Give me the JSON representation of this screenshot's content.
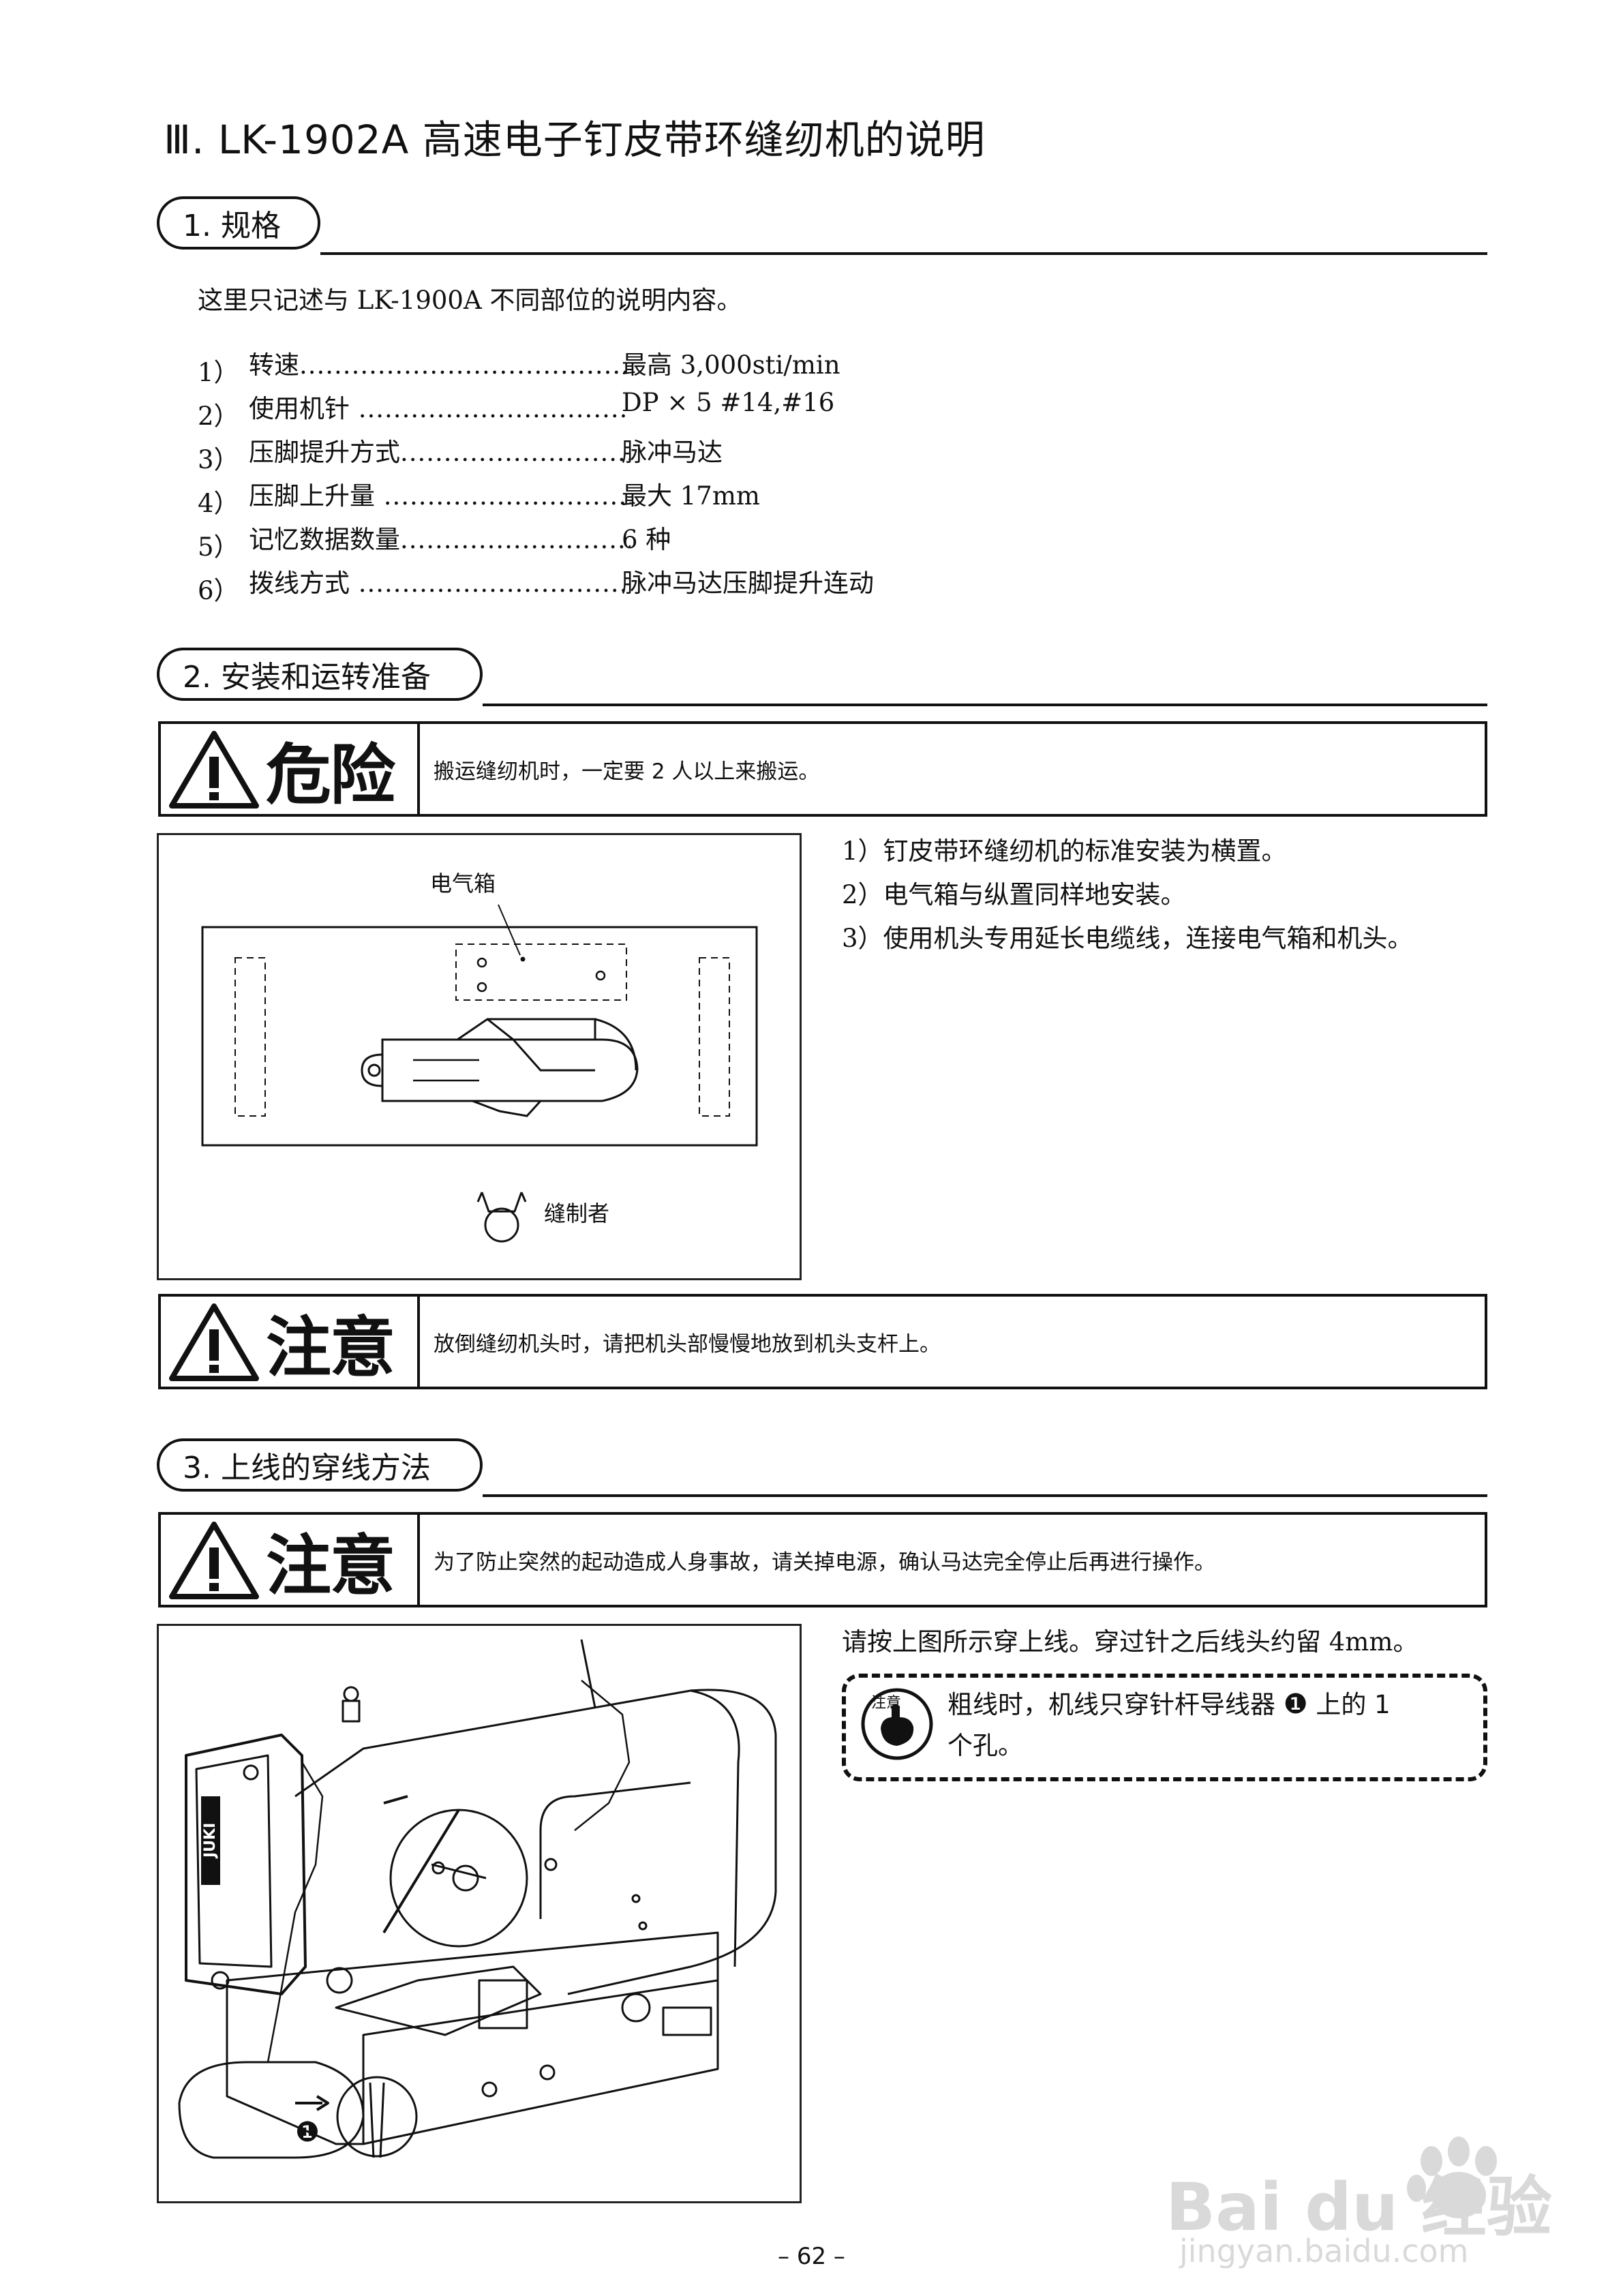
{
  "title": "Ⅲ. LK-1902A 高速电子钉皮带环缝纫机的说明",
  "sections": {
    "spec": {
      "title": "1. 规格",
      "intro": "这里只记述与 LK-1900A 不同部位的说明内容。",
      "items": [
        {
          "num": "1）",
          "label": "转速",
          "value": "最高 3,000sti/min"
        },
        {
          "num": "2）",
          "label": "使用机针",
          "value": "DP × 5 #14,#16"
        },
        {
          "num": "3）",
          "label": "压脚提升方式",
          "value": "脉冲马达"
        },
        {
          "num": "4）",
          "label": "压脚上升量",
          "value": "最大 17mm"
        },
        {
          "num": "5）",
          "label": "记忆数据数量",
          "value": "6 种"
        },
        {
          "num": "6）",
          "label": "拨线方式",
          "value": "脉冲马达压脚提升连动"
        }
      ]
    },
    "install": {
      "title": "2. 安装和运转准备",
      "danger": {
        "label": "危险",
        "text": "搬运缝纫机时，一定要 2 人以上来搬运。"
      },
      "figure_labels": {
        "box": "电气箱",
        "operator": "缝制者"
      },
      "steps": [
        "1）钉皮带环缝纫机的标准安装为横置。",
        "2）电气箱与纵置同样地安装。",
        "3）使用机头专用延长电缆线，连接电气箱和机头。"
      ],
      "caution": {
        "label": "注意",
        "text": "放倒缝纫机头时，请把机头部慢慢地放到机头支杆上。"
      }
    },
    "threading": {
      "title": "3. 上线的穿线方法",
      "caution": {
        "label": "注意",
        "text": "为了防止突然的起动造成人身事故，请关掉电源，确认马达完全停止后再进行操作。"
      },
      "text": "请按上图所示穿上线。穿过针之后线头约留 4mm。",
      "note": {
        "badge_top": "注意",
        "line1_pre": "粗线时，机线只穿针杆导线器",
        "marker": "❶",
        "line1_post": "上的 1",
        "line2": "个孔。"
      },
      "figure_marker": "❶",
      "figure_brand": "JUKI"
    }
  },
  "page_number": "– 62 –",
  "watermark": {
    "brand": "Bai du 经验",
    "url": "jingyan.baidu.com"
  }
}
